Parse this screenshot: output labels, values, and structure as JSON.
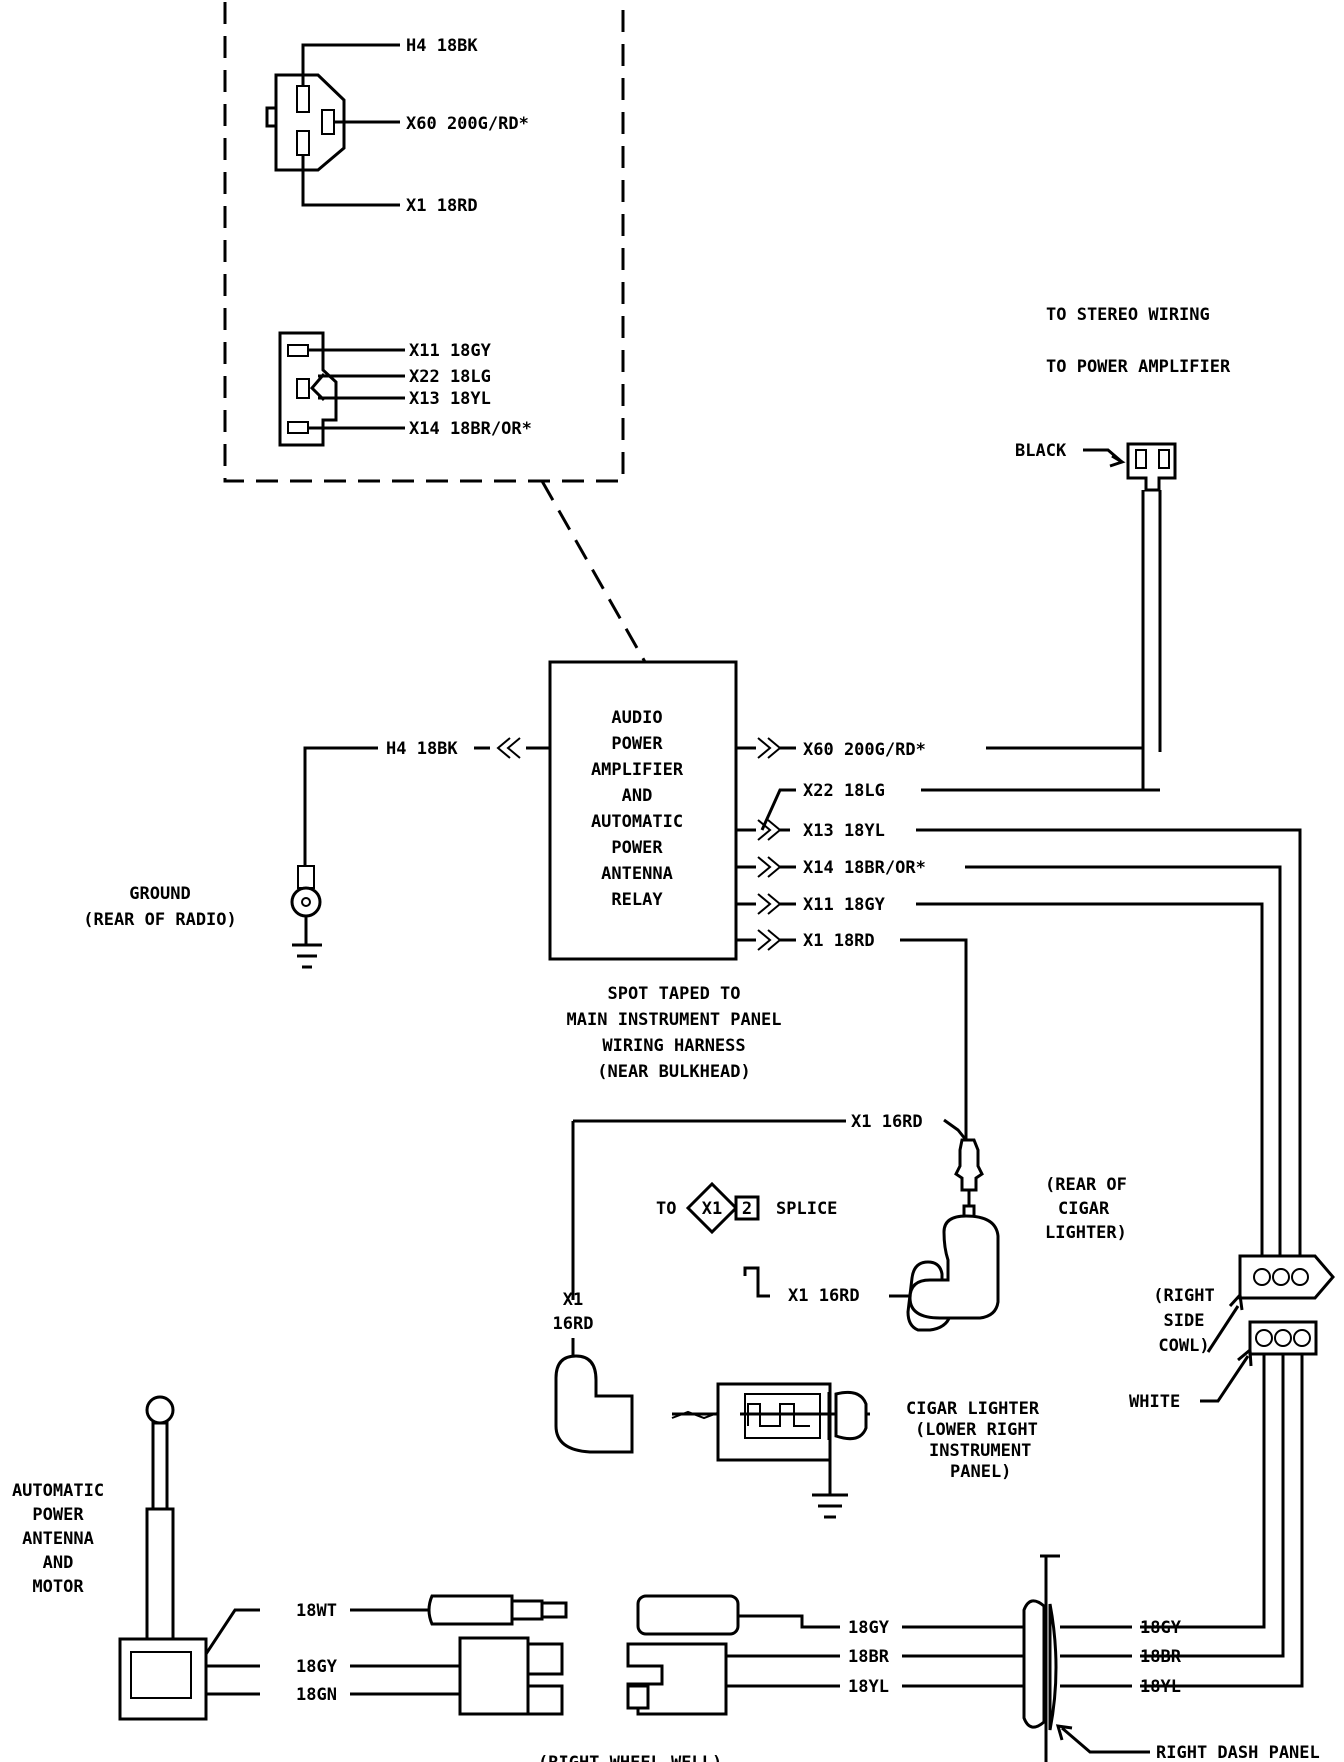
{
  "inset": {
    "connector1": [
      "H4 18BK",
      "X60 200G/RD*",
      "X1 18RD"
    ],
    "connector2": [
      "X11 18GY",
      "X22 18LG",
      "X13 18YL",
      "X14 18BR/OR*"
    ]
  },
  "stereo": {
    "line1": "TO STEREO  WIRING",
    "line2": "TO POWER AMPLIFIER",
    "black": "BLACK"
  },
  "amplifier": {
    "title_lines": [
      "AUDIO",
      "POWER",
      "AMPLIFIER",
      "AND",
      "AUTOMATIC",
      "POWER",
      "ANTENNA",
      "RELAY"
    ],
    "ground_wire": "H4 18BK",
    "outputs": [
      "X60 200G/RD*",
      "X22 18LG",
      "X13 18YL",
      "X14 18BR/OR*",
      "X11 18GY",
      "X1 18RD"
    ]
  },
  "ground": {
    "line1": "GROUND",
    "line2": "(REAR OF RADIO)"
  },
  "spot_note": [
    "SPOT TAPED TO",
    "MAIN INSTRUMENT PANEL",
    "WIRING HARNESS",
    "(NEAR BULKHEAD)"
  ],
  "lighter_section": {
    "x1_top": "X1 16RD",
    "x1_left_1": "X1",
    "x1_left_2": "16RD",
    "x1_lower": "X1 16RD",
    "splice_to": "TO",
    "splice_a": "X1",
    "splice_b": "2",
    "splice_word": "SPLICE",
    "rear_lighter": [
      "(REAR OF",
      "CIGAR",
      "LIGHTER)"
    ],
    "cigar_lighter": [
      "CIGAR LIGHTER",
      "(LOWER RIGHT",
      "INSTRUMENT",
      "PANEL)"
    ]
  },
  "cowl": {
    "lines": [
      "(RIGHT",
      "SIDE",
      "COWL)"
    ],
    "white": "WHITE"
  },
  "antenna": {
    "lines": [
      "AUTOMATIC",
      "POWER",
      "ANTENNA",
      "AND",
      "MOTOR"
    ],
    "wires": [
      "18WT",
      "18GY",
      "18GN"
    ]
  },
  "dash": {
    "left_wires": [
      "18GY",
      "18BR",
      "18YL"
    ],
    "right_wires": [
      "18GY",
      "18BR",
      "18YL"
    ],
    "panel_label": "RIGHT DASH PANEL"
  },
  "wheel_well": "(RIGHT WHEEL WELL)"
}
